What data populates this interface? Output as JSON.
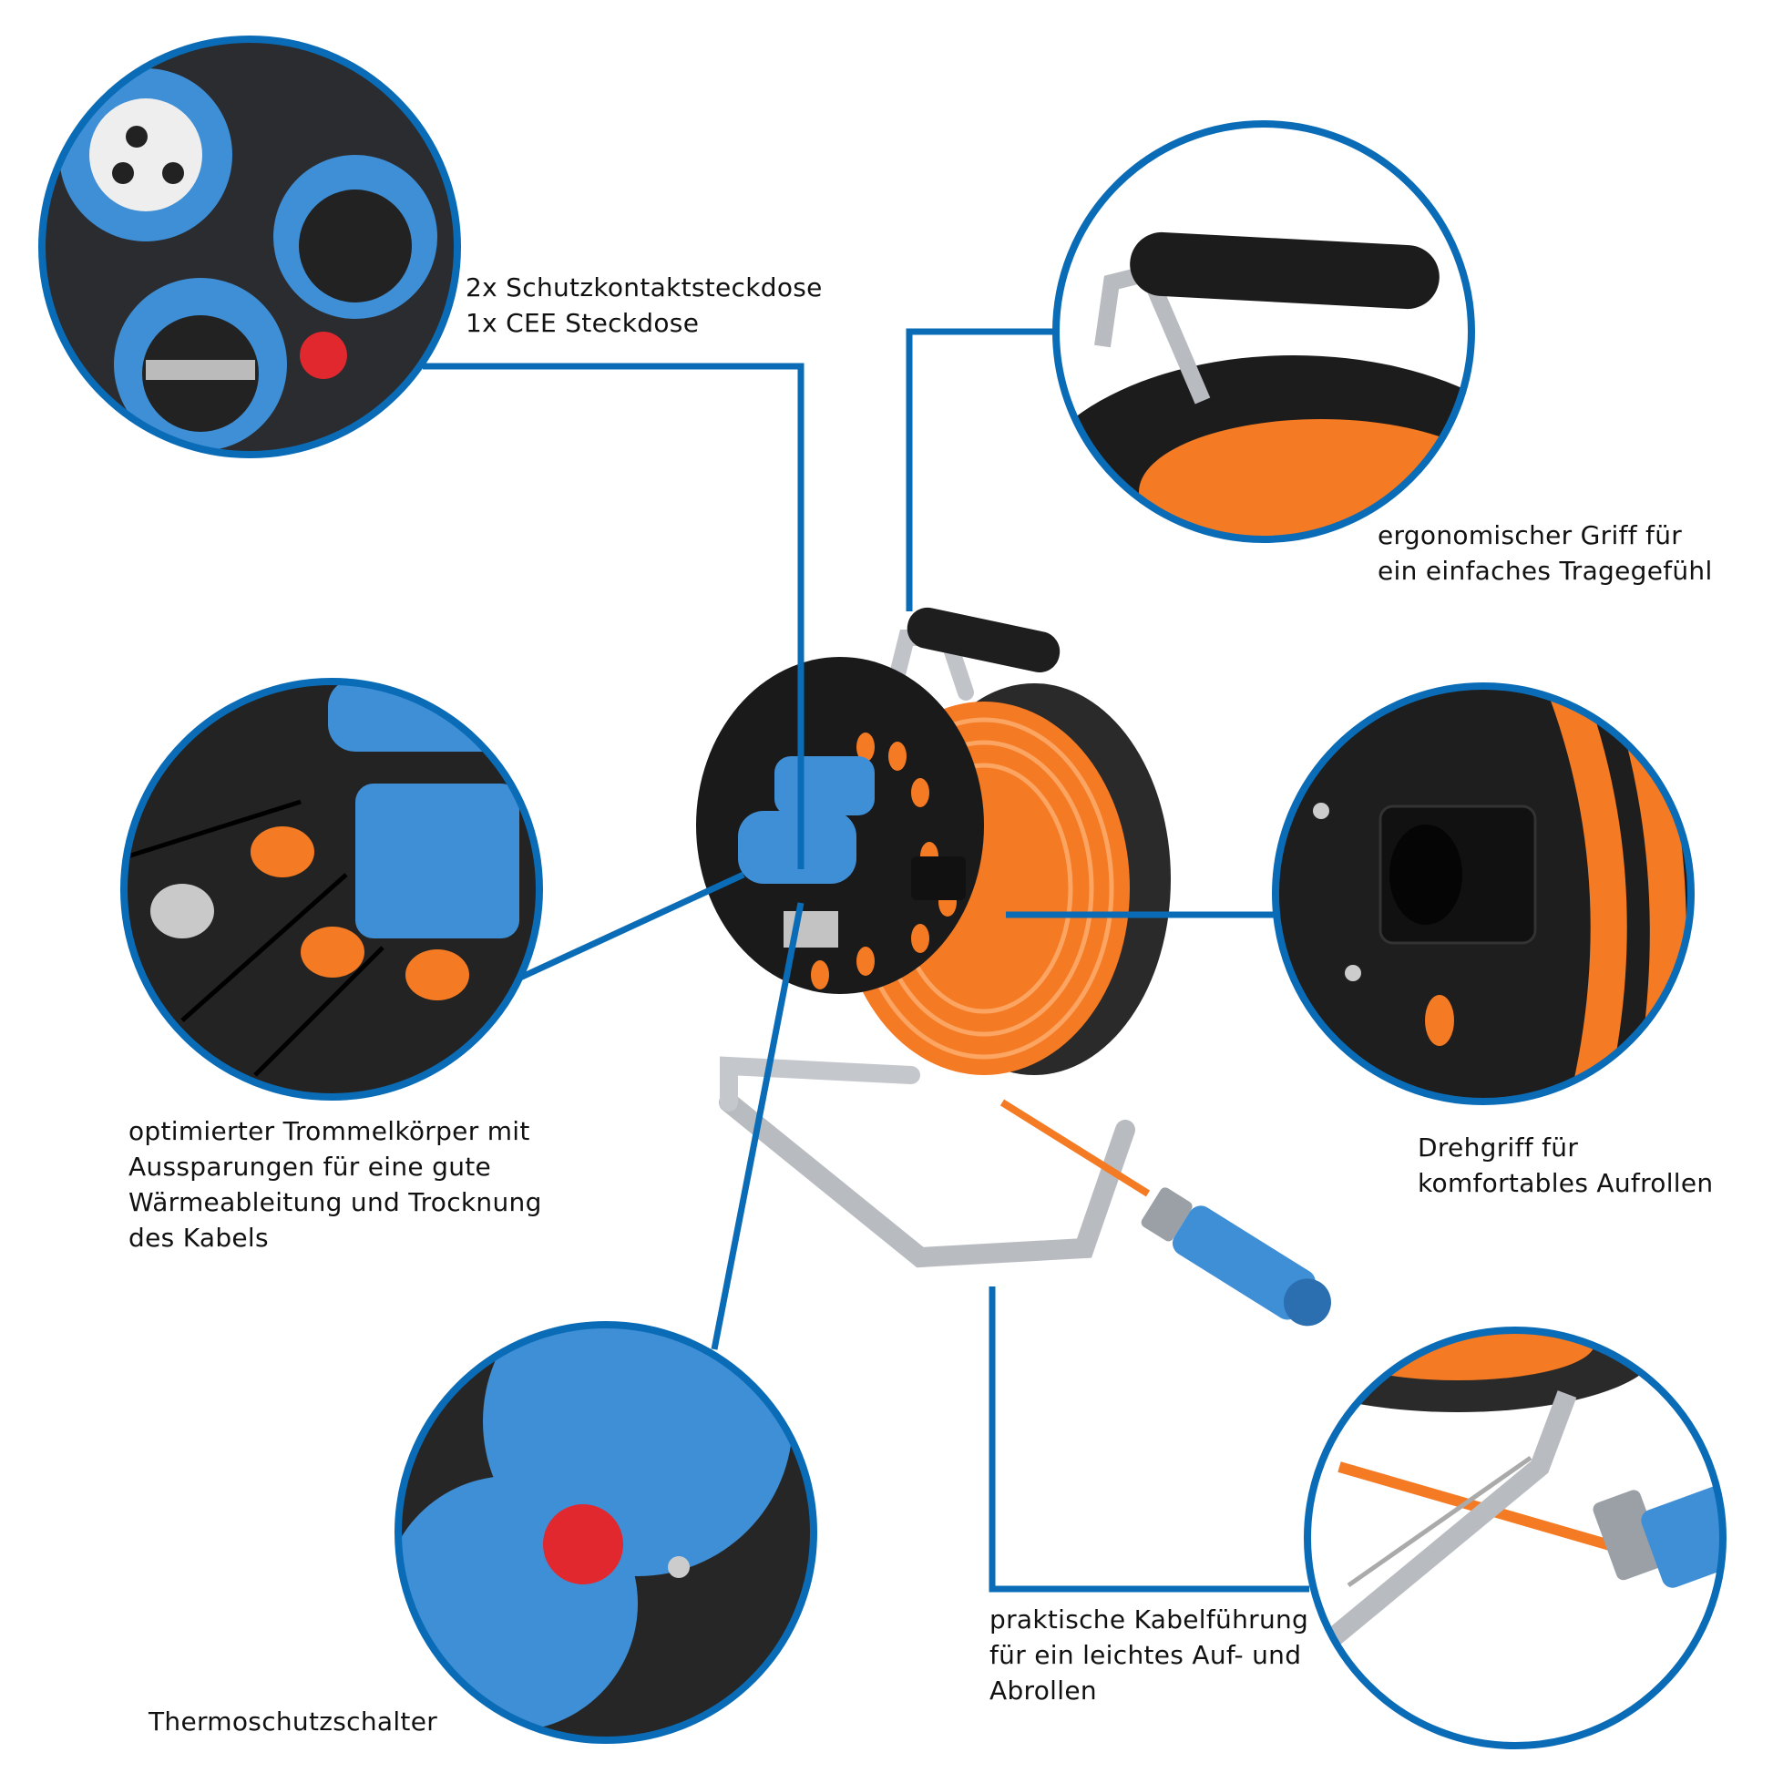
{
  "colors": {
    "accent": "#0a6cb6",
    "cable": "#f47a23",
    "socket": "#3f8fd6",
    "body": "#1c1c1c"
  },
  "callouts": {
    "sockets": {
      "lines": [
        "2x Schutzkontaktsteckdose",
        "1x CEE Steckdose"
      ],
      "icon": "socket-closeup"
    },
    "handle": {
      "lines": [
        "ergonomischer Griff für",
        "ein einfaches Tragegefühl"
      ],
      "icon": "handle-closeup"
    },
    "drum": {
      "lines": [
        "optimierter Trommelkörper mit",
        "Aussparungen für eine gute",
        "Wärmeableitung und Trocknung",
        "des Kabels"
      ],
      "icon": "drum-closeup"
    },
    "crank": {
      "lines": [
        "Drehgriff für",
        "komfortables Aufrollen"
      ],
      "icon": "crank-closeup"
    },
    "guide": {
      "lines": [
        "praktische Kabelführung",
        "für ein leichtes Auf- und",
        "Abrollen"
      ],
      "icon": "guide-closeup"
    },
    "thermo": {
      "lines": [
        "Thermoschutzschalter"
      ],
      "icon": "thermo-closeup"
    }
  }
}
